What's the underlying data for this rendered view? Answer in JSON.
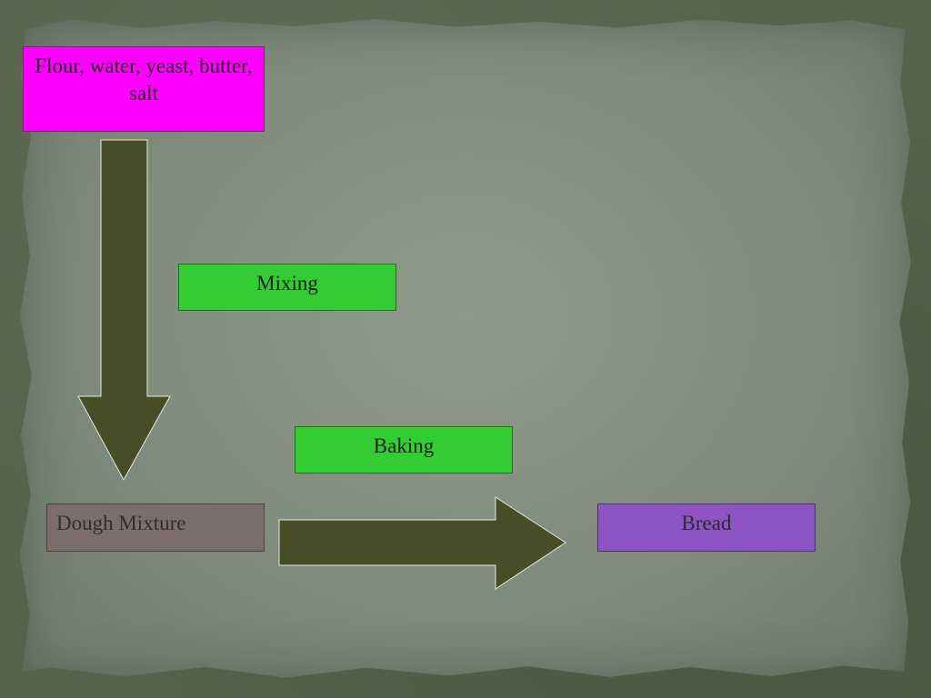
{
  "diagram": {
    "nodes": {
      "ingredients": "Flour, water, yeast, butter, salt",
      "mixing": "Mixing",
      "baking": "Baking",
      "dough": "Dough Mixture",
      "bread": "Bread"
    },
    "edges": [
      {
        "from": "ingredients",
        "to": "dough",
        "label": "Mixing",
        "direction": "down"
      },
      {
        "from": "dough",
        "to": "bread",
        "label": "Baking",
        "direction": "right"
      }
    ]
  },
  "colors": {
    "background": "#56624a",
    "paper": "#8e9a8a",
    "ingredients_box": "#ff00ff",
    "process_box": "#33cc33",
    "dough_box": "#7b6e6d",
    "bread_box": "#8e54c4",
    "arrow": "#464d27"
  }
}
